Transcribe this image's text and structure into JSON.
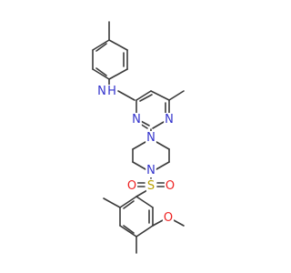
{
  "colors": {
    "bond": "#3a3a3a",
    "carbon": "#3a3a3a",
    "nitrogen": "#3333cc",
    "oxygen": "#ee2222",
    "sulfur": "#b8a000"
  },
  "atoms": {
    "nh_n": "N",
    "nh_h": "H",
    "pyrimidine_n_top": "N",
    "pyrimidine_n_bottom": "N",
    "piperazine_n_top": "N",
    "piperazine_n_bottom": "N",
    "sulfur": "S",
    "sulfonyl_o_left": "O",
    "sulfonyl_o_right": "O",
    "methoxy_o": "O"
  }
}
